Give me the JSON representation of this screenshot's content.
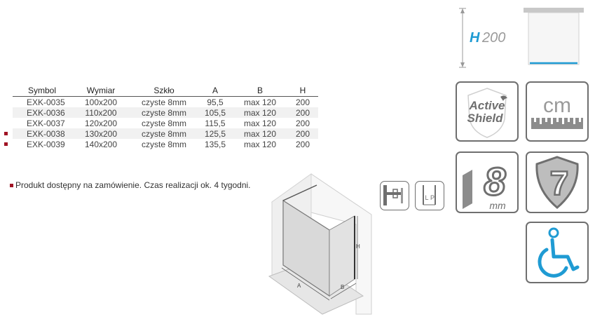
{
  "table": {
    "headers": [
      "Symbol",
      "Wymiar",
      "Szkło",
      "A",
      "B",
      "H"
    ],
    "rows": [
      {
        "symbol": "EXK-0035",
        "wymiar": "100x200",
        "szklo": "czyste 8mm",
        "a": "95,5",
        "b": "max 120",
        "h": "200",
        "on_demand": false
      },
      {
        "symbol": "EXK-0036",
        "wymiar": "110x200",
        "szklo": "czyste 8mm",
        "a": "105,5",
        "b": "max 120",
        "h": "200",
        "on_demand": false
      },
      {
        "symbol": "EXK-0037",
        "wymiar": "120x200",
        "szklo": "czyste 8mm",
        "a": "115,5",
        "b": "max 120",
        "h": "200",
        "on_demand": false
      },
      {
        "symbol": "EXK-0038",
        "wymiar": "130x200",
        "szklo": "czyste 8mm",
        "a": "125,5",
        "b": "max 120",
        "h": "200",
        "on_demand": true
      },
      {
        "symbol": "EXK-0039",
        "wymiar": "140x200",
        "szklo": "czyste 8mm",
        "a": "135,5",
        "b": "max 120",
        "h": "200",
        "on_demand": true
      }
    ]
  },
  "note": "Produkt dostępny na zamówienie. Czas realizacji ok. 4 tygodni.",
  "icons": {
    "height": {
      "letter": "H",
      "value": "200"
    },
    "active_shield": {
      "line1": "Active",
      "line2": "Shield"
    },
    "cm": {
      "label": "cm"
    },
    "glass": {
      "value": "8",
      "unit": "mm"
    },
    "warranty": {
      "value": "7"
    },
    "reversible": {
      "left": "L",
      "right": "P"
    }
  },
  "drawing": {
    "a_label": "A",
    "b_label": "B",
    "h_label": "H"
  },
  "colors": {
    "accent": "#1f9bd3",
    "on_demand_marker": "#a01424",
    "icon_gray": "#6f6f6f"
  }
}
